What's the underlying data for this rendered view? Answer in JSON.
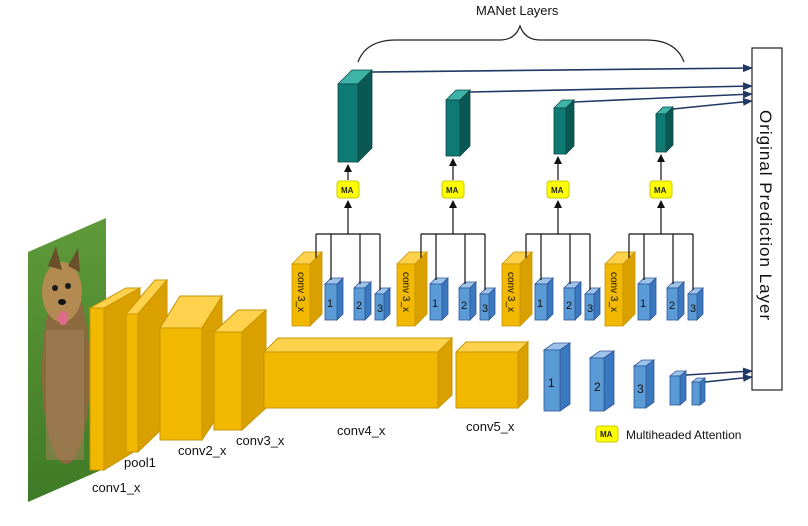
{
  "diagram": {
    "title": "MANet Layers",
    "output_layer_label": "Original  Prediction  Layer",
    "backbone_labels": {
      "conv1": "conv1_x",
      "pool1": "pool1",
      "conv2": "conv2_x",
      "conv3": "conv3_x",
      "conv4": "conv4_x",
      "conv5": "conv5_x"
    },
    "branch_block_label": "conv 3_x",
    "ma_label": "MA",
    "sub_block_numbers": [
      "1",
      "2",
      "3"
    ],
    "legend": {
      "swatch": "MA",
      "text": "Multiheaded Attention"
    },
    "colors": {
      "backbone": "#f2b800",
      "branch_block": "#5b9bd5",
      "manet_block": "#0f7a73",
      "ma_box": "#ffff00",
      "arrow": "#1f3864"
    }
  }
}
